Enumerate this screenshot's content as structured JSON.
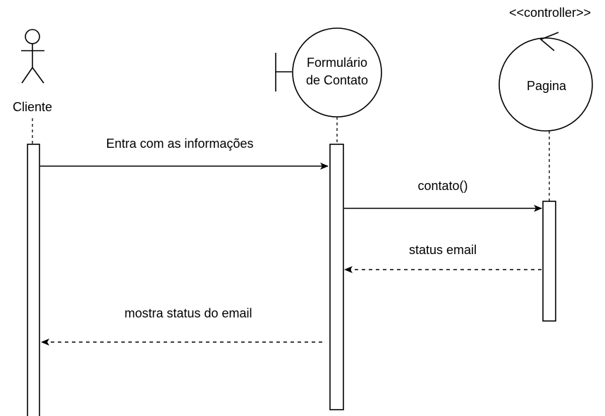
{
  "participants": {
    "cliente": {
      "label": "Cliente",
      "kind": "actor"
    },
    "formulario": {
      "label_line1": "Formulário",
      "label_line2": "de Contato",
      "kind": "boundary"
    },
    "pagina": {
      "label": "Pagina",
      "stereotype": "<<controller>>",
      "kind": "control"
    }
  },
  "messages": [
    {
      "id": "m1",
      "label": "Entra com as informações",
      "from": "Cliente",
      "to": "Formulário de Contato",
      "style": "solid"
    },
    {
      "id": "m2",
      "label": "contato()",
      "from": "Formulário de Contato",
      "to": "Pagina",
      "style": "solid"
    },
    {
      "id": "m3",
      "label": "status email",
      "from": "Pagina",
      "to": "Formulário de Contato",
      "style": "dashed"
    },
    {
      "id": "m4",
      "label": "mostra status do email",
      "from": "Formulário de Contato",
      "to": "Cliente",
      "style": "dashed"
    }
  ],
  "colors": {
    "stroke": "#000000",
    "background": "#ffffff"
  }
}
